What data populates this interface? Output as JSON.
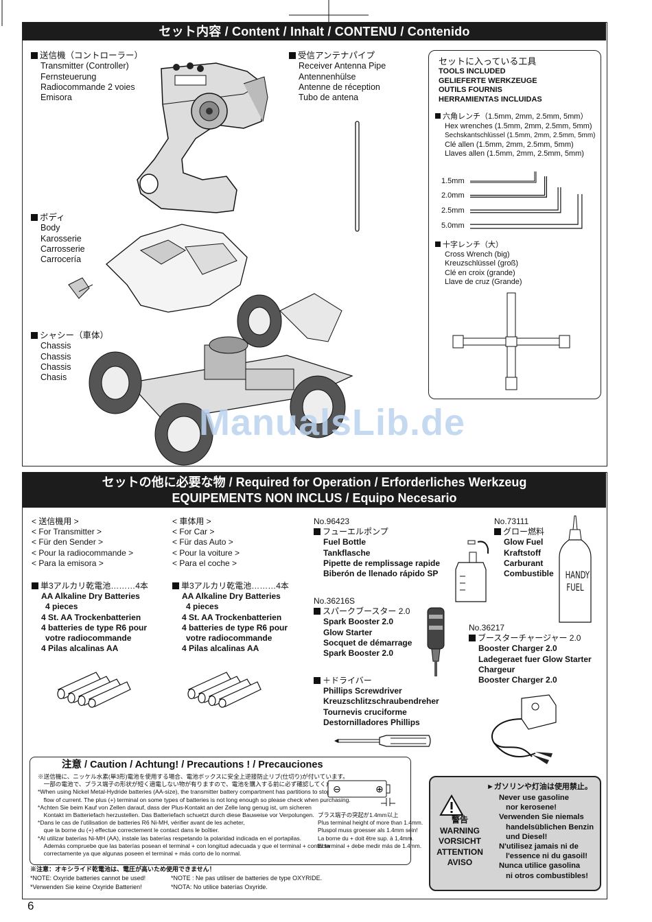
{
  "content_section": {
    "title": "セット内容 / Content / Inhalt  / CONTENU / Contenido",
    "transmitter": {
      "heading": "送信機（コントローラー）",
      "lines": [
        "Transmitter (Controller)",
        "Fernsteuerung",
        "Radiocommande 2 voies",
        "Emisora"
      ]
    },
    "antenna": {
      "heading": "受信アンテナパイプ",
      "lines": [
        "Receiver Antenna Pipe",
        "Antennenhülse",
        "Antenne de réception",
        "Tubo de antena"
      ]
    },
    "body": {
      "heading": "ボディ",
      "lines": [
        "Body",
        "Karosserie",
        "Carrosserie",
        "Carrocería"
      ]
    },
    "chassis": {
      "heading": "シャシー（車体）",
      "lines": [
        "Chassis",
        "Chassis",
        "Chassis",
        "Chasis"
      ]
    },
    "tools": {
      "heading": "セットに入っている工具",
      "lines": [
        "TOOLS INCLUDED",
        "GELIEFERTE WERKZEUGE",
        "OUTILS FOURNIS",
        "HERRAMIENTAS INCLUIDAS"
      ],
      "hex": {
        "heading": "六角レンチ（1.5mm, 2mm, 2.5mm, 5mm）",
        "lines": [
          "Hex wrenches (1.5mm, 2mm, 2.5mm, 5mm)",
          "Sechskantschlüssel (1.5mm, 2mm, 2.5mm, 5mm)",
          "Clé allen (1.5mm, 2mm, 2.5mm, 5mm)",
          "Llaves allen (1.5mm, 2mm, 2.5mm, 5mm)"
        ]
      },
      "sizes": [
        "1.5mm",
        "2.0mm",
        "2.5mm",
        "5.0mm"
      ],
      "cross": {
        "heading": "十字レンチ（大）",
        "lines": [
          "Cross Wrench (big)",
          "Kreuzschlüssel (groß)",
          "Clé en croix (grande)",
          "Llave de cruz (Grande)"
        ]
      }
    }
  },
  "watermark": "ManualsLib.de",
  "required_section": {
    "title_line1": "セットの他に必要な物 / Required for Operation / Erforderliches Werkzeug",
    "title_line2": "EQUIPEMENTS NON INCLUS / Equipo Necesario",
    "for_transmitter": [
      "< 送信機用 >",
      "< For Transmitter >",
      "< Für den Sender >",
      "< Pour la radiocommande >",
      "< Para la emisora >"
    ],
    "for_car": [
      "< 車体用 >",
      "< For Car >",
      "< Für das Auto >",
      "< Pour la voiture >",
      "< Para el coche >"
    ],
    "batteries_heading": "単3アルカリ乾電池………4本",
    "batteries_lines": [
      "AA Alkaline Dry Batteries",
      "4 pieces",
      "4 St. AA Trockenbatterien",
      "4 batteries de type R6 pour",
      "votre radiocommande",
      "4 Pilas alcalinas AA"
    ],
    "fuel_pump": {
      "number": "No.96423",
      "heading": "フューエルポンプ",
      "lines": [
        "Fuel Bottle",
        "Tankflasche",
        "Pipette de remplissage rapide",
        "Biberón de llenado rápido SP"
      ]
    },
    "glow_fuel": {
      "number": "No.73111",
      "heading": "グロー燃料",
      "lines": [
        "Glow Fuel",
        "Kraftstoff",
        "Carburant",
        "Combustible"
      ],
      "label_line1": "HANDY",
      "label_line2": "FUEL"
    },
    "spark_booster": {
      "number": "No.36216S",
      "heading": "スパークブースター 2.0",
      "lines": [
        "Spark Booster 2.0",
        "Glow Starter",
        "Socquet de démarrage",
        "Spark Booster 2.0"
      ]
    },
    "booster_charger": {
      "number": "No.36217",
      "heading": "ブースターチャージャー 2.0",
      "lines": [
        "Booster Charger 2.0",
        "Ladegeraet fuer Glow Starter",
        "Chargeur",
        "Booster Charger 2.0"
      ]
    },
    "screwdriver": {
      "heading": "＋ドライバー",
      "lines": [
        "Phillips Screwdriver",
        "Kreuzschlitzschraubendreher",
        "Tournevis cruciforme",
        "Destornilladores Phillips"
      ]
    }
  },
  "caution": {
    "title": "注意 / Caution / Achtung! / Precautions ! / Precauciones",
    "lines": [
      "※送信機に、ニッケル水素(単3形)電池を使用する場合、電池ボックスに安全上逆接防止リブ(仕切り)が付いています。",
      "　一部の電池で、プラス端子の形状が短く適電しない物が有りますので、電池を購入する前に必ず確認してください。",
      "*When using Nickel Metal-Hydride batteries (AA-size), the transmitter battery compartment has partitions to stop reverse",
      "　flow of current. The plus (+) terminal on some types of batteries is not long enough so please check when purchasing.",
      "*Achten Sie beim Kauf von Zellen darauf, dass der Plus-Kontakt an der Zelle lang genug ist, um sicheren",
      "　Kontakt im Batteriefach herzustellen. Das Batteriefach schuetzt durch diese Bauweise vor Verpolungen.",
      "*Dans le cas de l'utilisation de batteries R6 Ni-MH, vérifier avant de les acheter,",
      "　que la borne du (+) effectue correctement le contact dans le boîtier.",
      "*Al utilizar baterías Ni-MH (AA), instale las baterías respetando la polaridad indicada en el portapilas.",
      "　Además compruebe que las baterías posean el terminal + con longitud adecuada y que el terminal + contacta",
      "　correctamente ya que algunas poseen el terminal + más corto de lo normal."
    ],
    "terminal_note": [
      "プラス端子の突起が1.4mm以上",
      "Plus terminal height of more than 1.4mm.",
      "Pluspol muss groesser als 1.4mm sein!",
      "La borne du + doit être sup. à 1,4mm.",
      "El terminal + debe medir más de 1.4mm."
    ],
    "terminal_dim": "1.4mm",
    "oxyride_heading": "※注意：オキシライド乾電池は、電圧が高いため使用できません！",
    "oxyride_notes": [
      "*NOTE: Oxyride batteries cannot be used!",
      "*Verwenden Sie keine Oxyride Batterien!",
      "*NOTE : Ne pas utiliser de batteries de type OXYRIDE.",
      "*NOTA: No utilice baterías Oxyride."
    ]
  },
  "warning": {
    "labels": [
      "警告",
      "WARNING",
      "VORSICHT",
      "ATTENTION",
      "AVISO"
    ],
    "heading": "ガソリンや灯油は使用禁止。",
    "lines": [
      "Never use gasoline",
      "nor kerosene!",
      "Verwenden Sie niemals",
      "handelsüblichen Benzin",
      "und Diesel!",
      "N'utilisez jamais ni de",
      "l'essence ni du gasoil!",
      "Nunca utilice gasolina",
      "ni otros combustibles!"
    ]
  },
  "page_number": "6"
}
